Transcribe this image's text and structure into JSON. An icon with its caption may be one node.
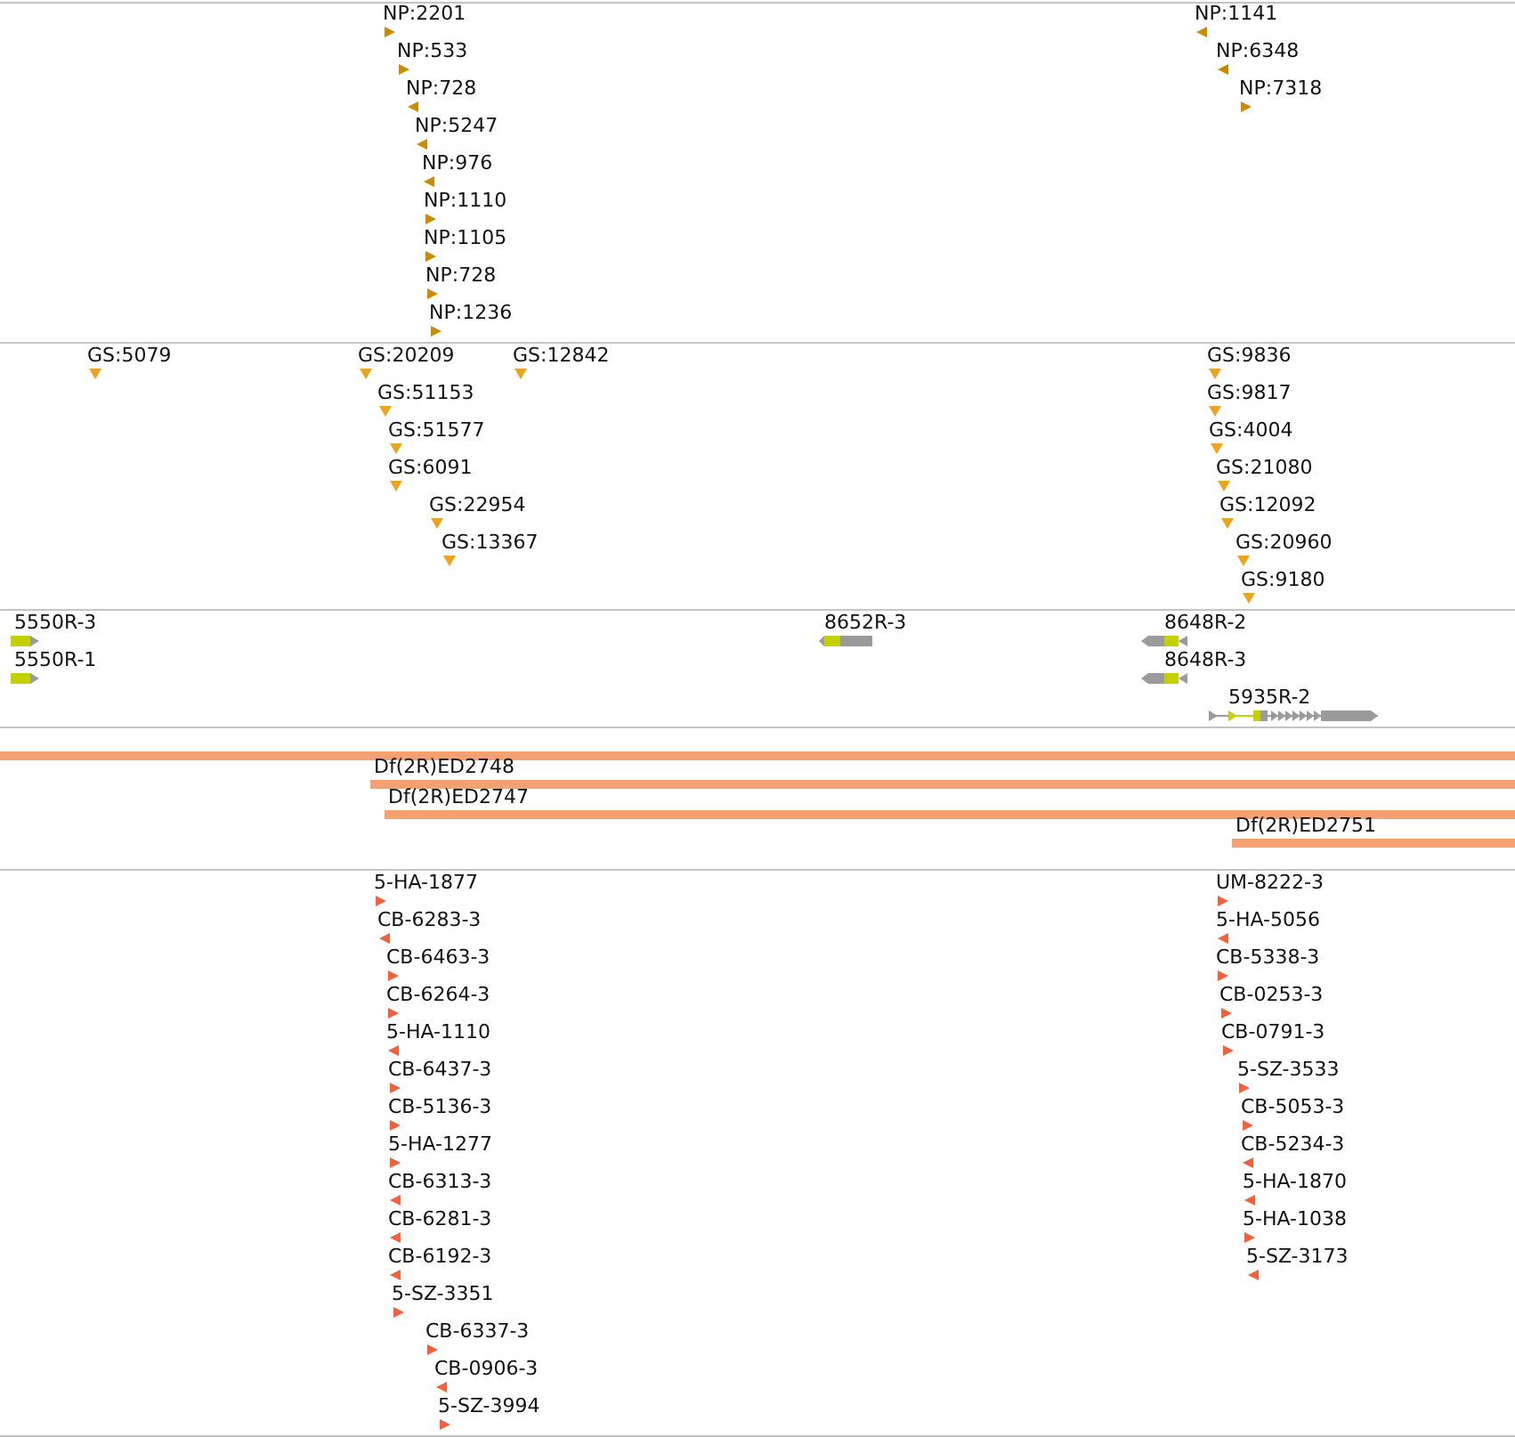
{
  "diagram": {
    "labels": [
      "NP:2201",
      "NP:1141",
      "NP:533",
      "NP:6348",
      "NP:728",
      "NP:7318",
      "NP:5247",
      "NP:976",
      "NP:1110",
      "NP:1105",
      "NP:728",
      "NP:1236",
      "GS:5079",
      "GS:20209",
      "GS:12842",
      "GS:9836",
      "GS:51153",
      "GS:9817",
      "GS:51577",
      "GS:4004",
      "GS:6091",
      "GS:21080",
      "GS:22954",
      "GS:12092",
      "GS:13367",
      "GS:20960",
      "GS:9180",
      "5550R-3",
      "8652R-3",
      "8648R-2",
      "5550R-1",
      "8648R-3",
      "5935R-2",
      "Df(2R)ED2748",
      "Df(2R)ED2747",
      "Df(2R)ED2751",
      "5-HA-1877",
      "UM-8222-3",
      "CB-6283-3",
      "5-HA-5056",
      "CB-6463-3",
      "CB-5338-3",
      "CB-6264-3",
      "CB-0253-3",
      "5-HA-1110",
      "CB-0791-3",
      "CB-6437-3",
      "5-SZ-3533",
      "CB-5136-3",
      "CB-5053-3",
      "5-HA-1277",
      "CB-5234-3",
      "CB-6313-3",
      "5-HA-1870",
      "CB-6281-3",
      "5-HA-1038",
      "CB-6192-3",
      "5-SZ-3173",
      "5-SZ-3351",
      "CB-6337-3",
      "CB-0906-3",
      "5-SZ-3994"
    ]
  }
}
